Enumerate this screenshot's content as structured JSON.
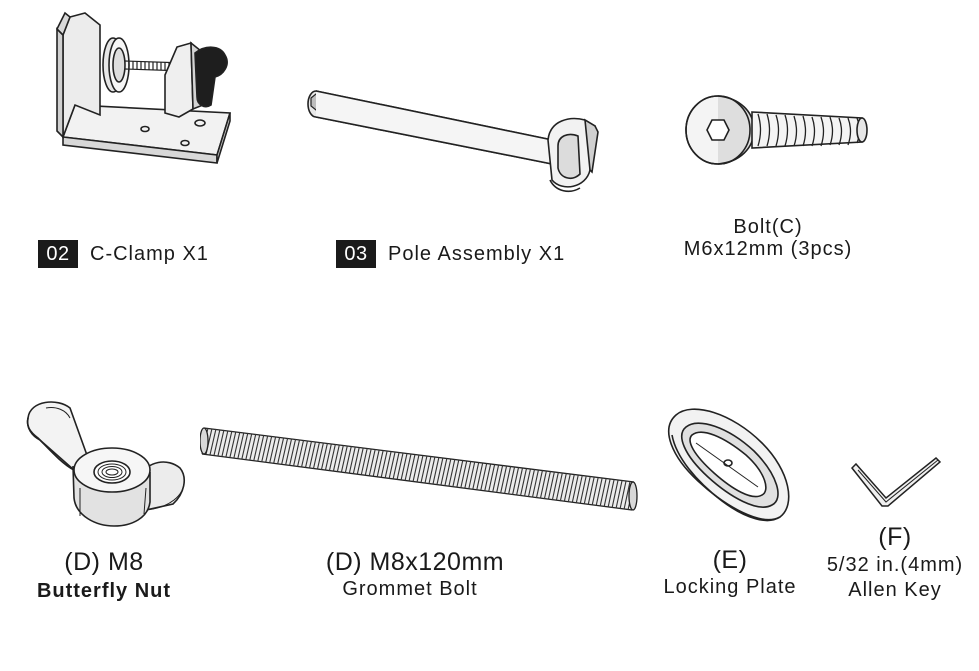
{
  "parts": {
    "c_clamp": {
      "number": "02",
      "label": "C-Clamp X1"
    },
    "pole_assembly": {
      "number": "03",
      "label": "Pole Assembly X1"
    },
    "bolt_c": {
      "name": "Bolt(C)",
      "spec": "M6x12mm (3pcs)"
    },
    "butterfly_nut": {
      "code": "(D) M8",
      "name": "Butterfly Nut"
    },
    "grommet_bolt": {
      "code": "(D) M8x120mm",
      "name": "Grommet Bolt"
    },
    "locking_plate": {
      "code": "(E)",
      "name": "Locking Plate"
    },
    "allen_key": {
      "code": "(F)",
      "spec": "5/32 in.(4mm)",
      "name": "Allen Key"
    }
  }
}
